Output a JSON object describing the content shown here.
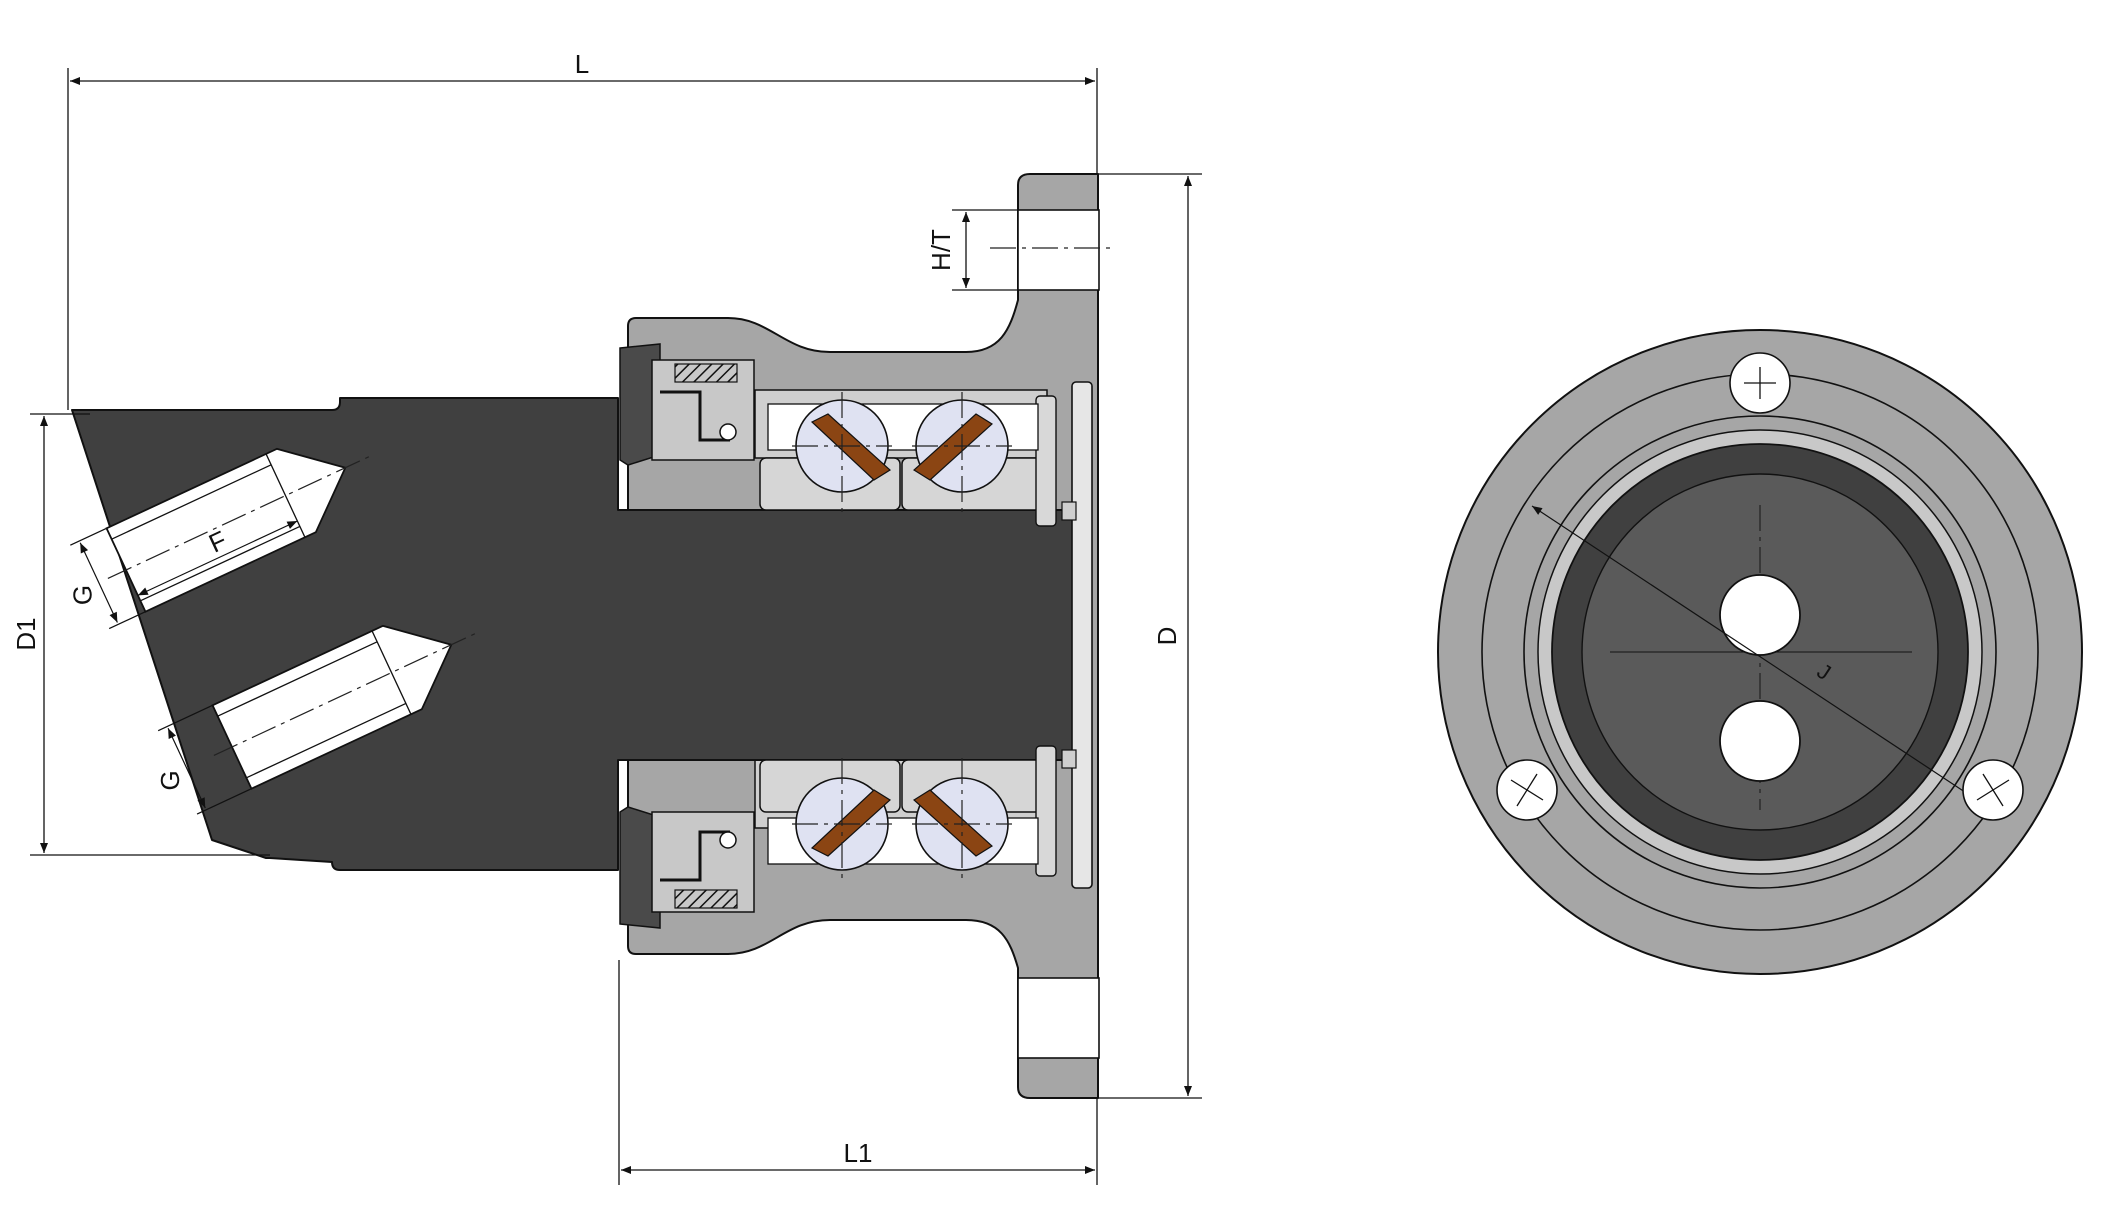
{
  "dimensions": {
    "overall_length": "L",
    "housing_length": "L1",
    "flange_diameter": "D",
    "shaft_diameter": "D1",
    "hole_height": "H/T",
    "thread_length": "F",
    "thread_size_upper": "G",
    "thread_size_lower": "G",
    "bolt_circle": "J"
  },
  "colors": {
    "housing": "#a6a6a6",
    "shaft": "#404040",
    "ball": "#dfe2f2",
    "cage": "#8b4513",
    "bearing_ring": "#cfcfcf",
    "seal": "#c8c8c8",
    "outline": "#111111",
    "bore": "#ffffff"
  },
  "icons": {
    "bolt_hole_mark": "crosshair-icon"
  }
}
